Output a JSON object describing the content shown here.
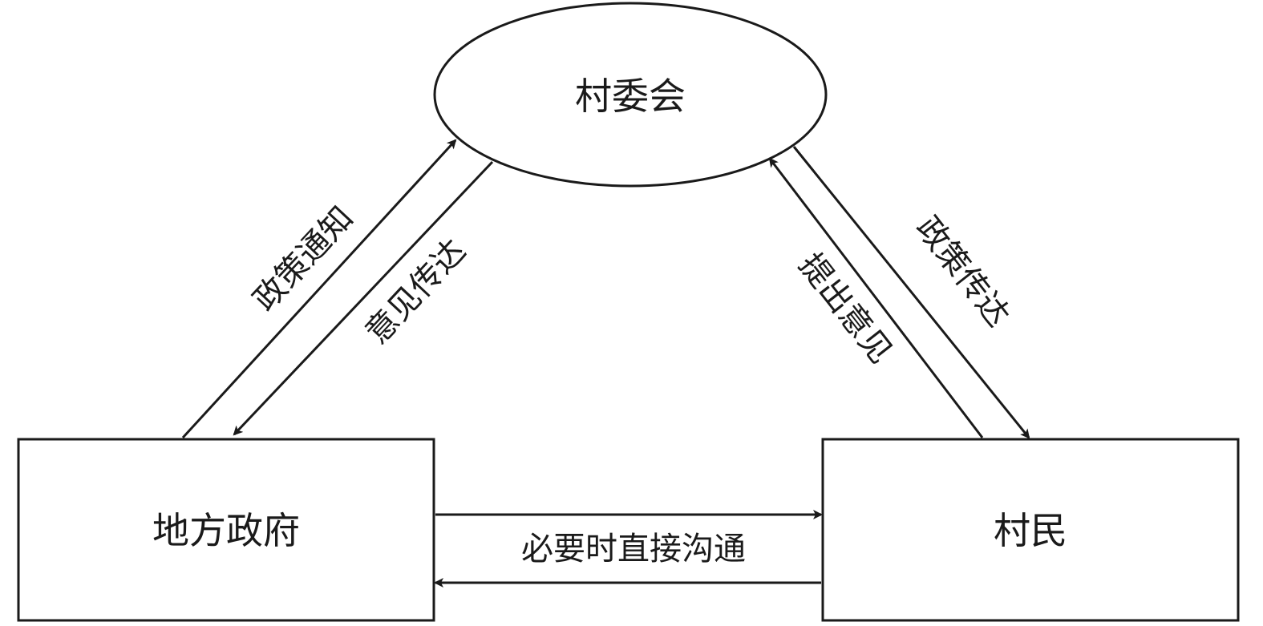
{
  "nodes": {
    "village_committee": "村委会",
    "local_government": "地方政府",
    "villagers": "村民"
  },
  "edges": {
    "gov_to_committee": "政策通知",
    "committee_to_gov": "意见传达",
    "villagers_to_committee": "提出意见",
    "committee_to_villagers": "政策传达",
    "gov_villagers_direct": "必要时直接沟通"
  },
  "colors": {
    "stroke": "#1a1a1a",
    "background": "#ffffff"
  }
}
